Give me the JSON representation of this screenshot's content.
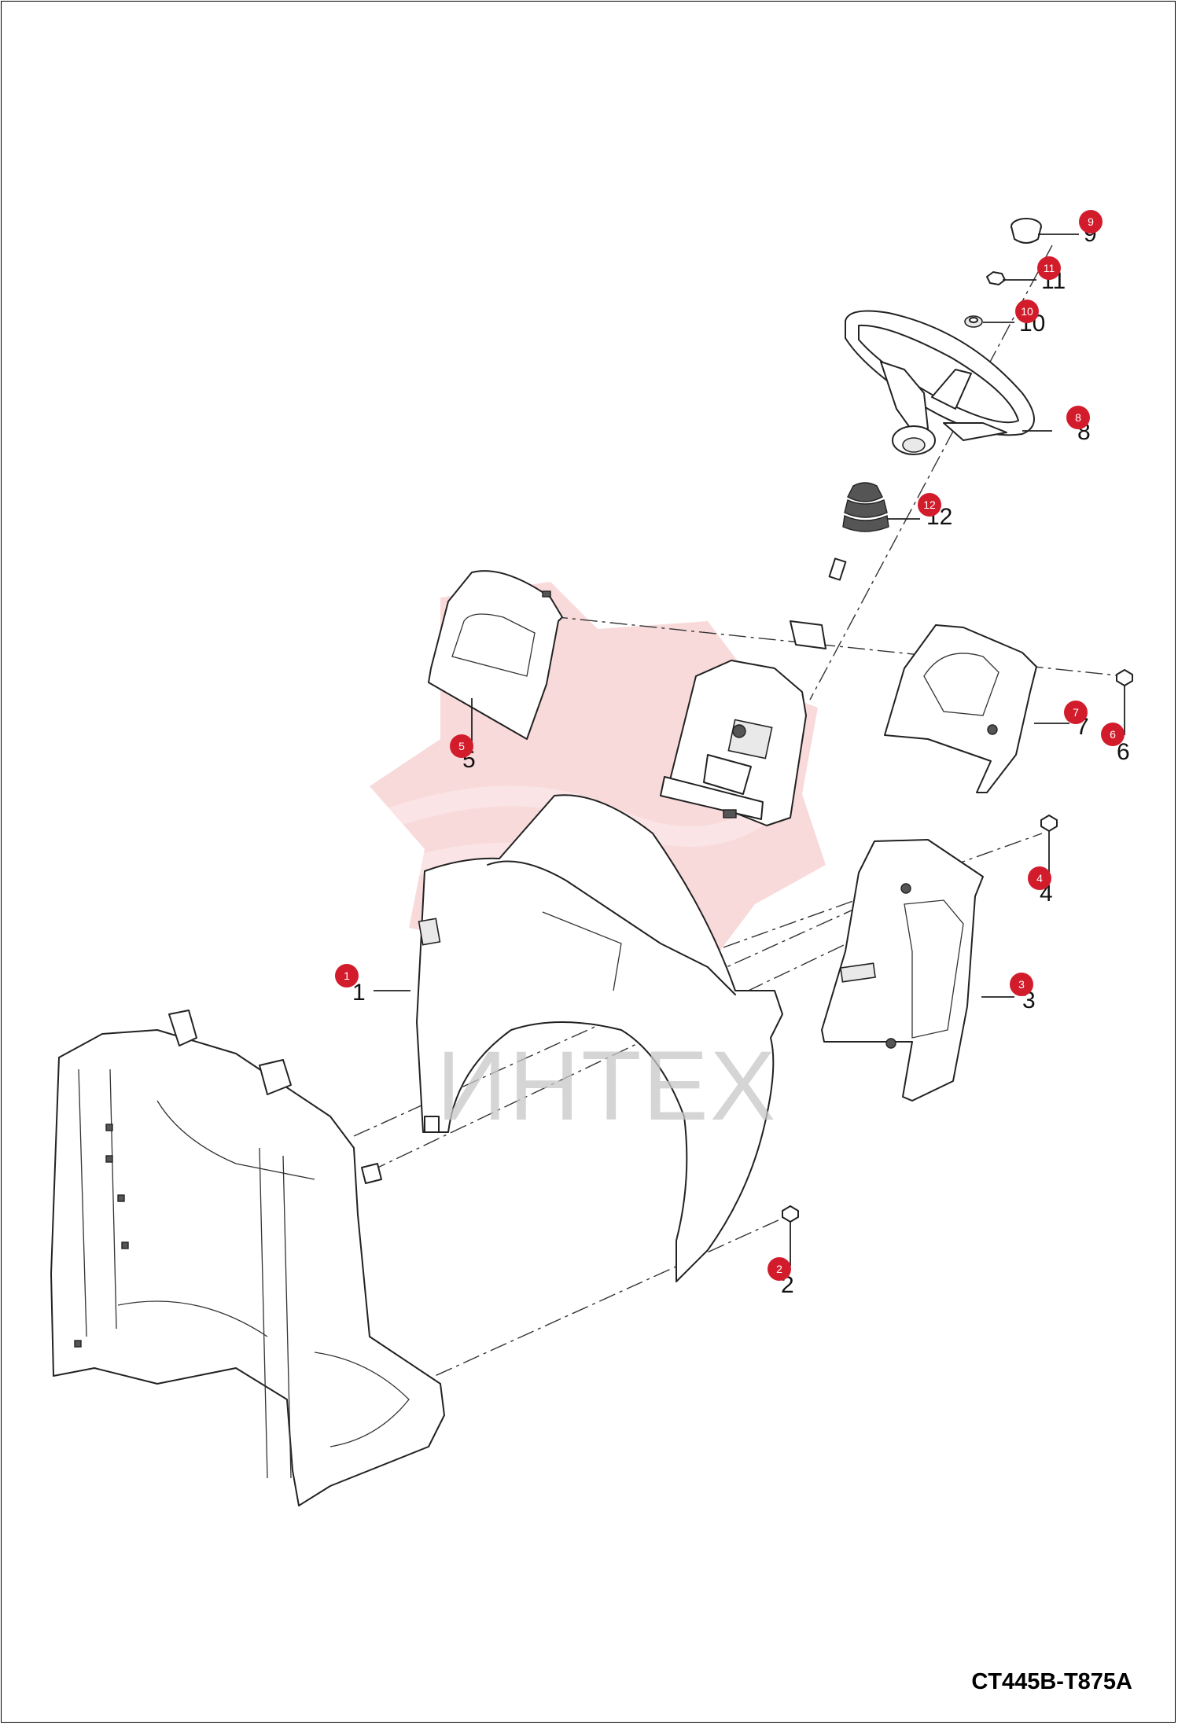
{
  "document_code": "CT445B-T875A",
  "watermark_text": "ИНТЕХ",
  "accent_color": "#d21c2c",
  "parts": [
    {
      "callout": "1",
      "label": "1"
    },
    {
      "callout": "2",
      "label": "2"
    },
    {
      "callout": "3",
      "label": "3"
    },
    {
      "callout": "4",
      "label": "4"
    },
    {
      "callout": "5",
      "label": "5"
    },
    {
      "callout": "6",
      "label": "6"
    },
    {
      "callout": "7",
      "label": "7"
    },
    {
      "callout": "8",
      "label": "8"
    },
    {
      "callout": "9",
      "label": "9"
    },
    {
      "callout": "10",
      "label": "10"
    },
    {
      "callout": "11",
      "label": "11"
    },
    {
      "callout": "12",
      "label": "12"
    }
  ]
}
